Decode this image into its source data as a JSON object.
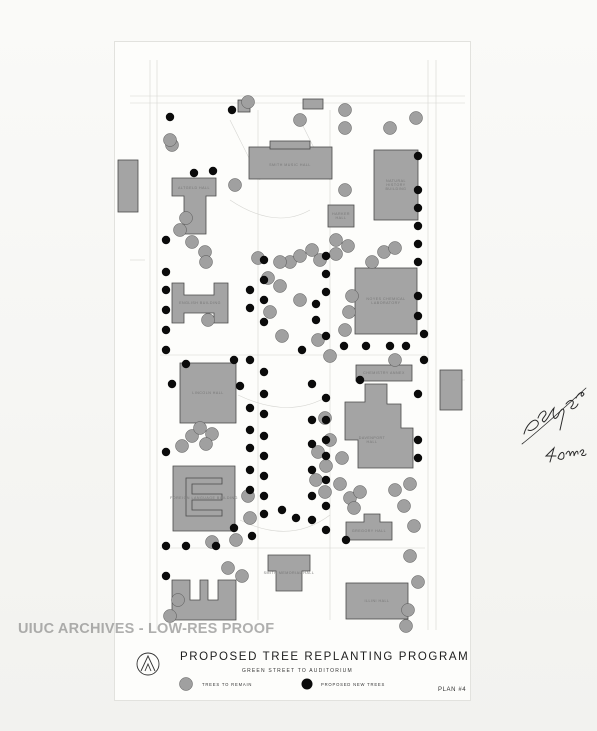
{
  "document": {
    "title": "PROPOSED TREE REPLANTING PROGRAM",
    "subtitle": "GREEN STREET TO AUDITORIUM",
    "plan_number": "PLAN #4",
    "watermark": "UIUC ARCHIVES - LOW-RES PROOF",
    "handwritten_note": [
      "Deep 2 col",
      "4 ems"
    ]
  },
  "legend": {
    "remain_label": "TREES TO REMAIN",
    "new_label": "PROPOSED NEW TREES"
  },
  "buildings": {
    "smith_music_hall": "SMITH MUSIC HALL",
    "natural_history": "NATURAL HISTORY BUILDING",
    "altgeld_hall": "ALTGELD HALL",
    "harker_hall": "HARKER HALL",
    "noyes_lab": "NOYES CHEMICAL LABORATORY",
    "english_building": "ENGLISH BUILDING",
    "lincoln_hall": "LINCOLN HALL",
    "chemistry_annex": "CHEMISTRY ANNEX",
    "davenport_hall": "DAVENPORT HALL",
    "foreign_language": "FOREIGN LANGUAGE BUILDING",
    "gregory_hall": "GREGORY HALL",
    "smith_memorial": "SMITH MEMORIAL HALL",
    "illini_hall": "ILLINI HALL"
  },
  "colors": {
    "remain_tree": "#9a9a9a",
    "new_tree": "#0b0b0b",
    "building": "#9c9c9c",
    "paper": "#fdfdfb"
  }
}
